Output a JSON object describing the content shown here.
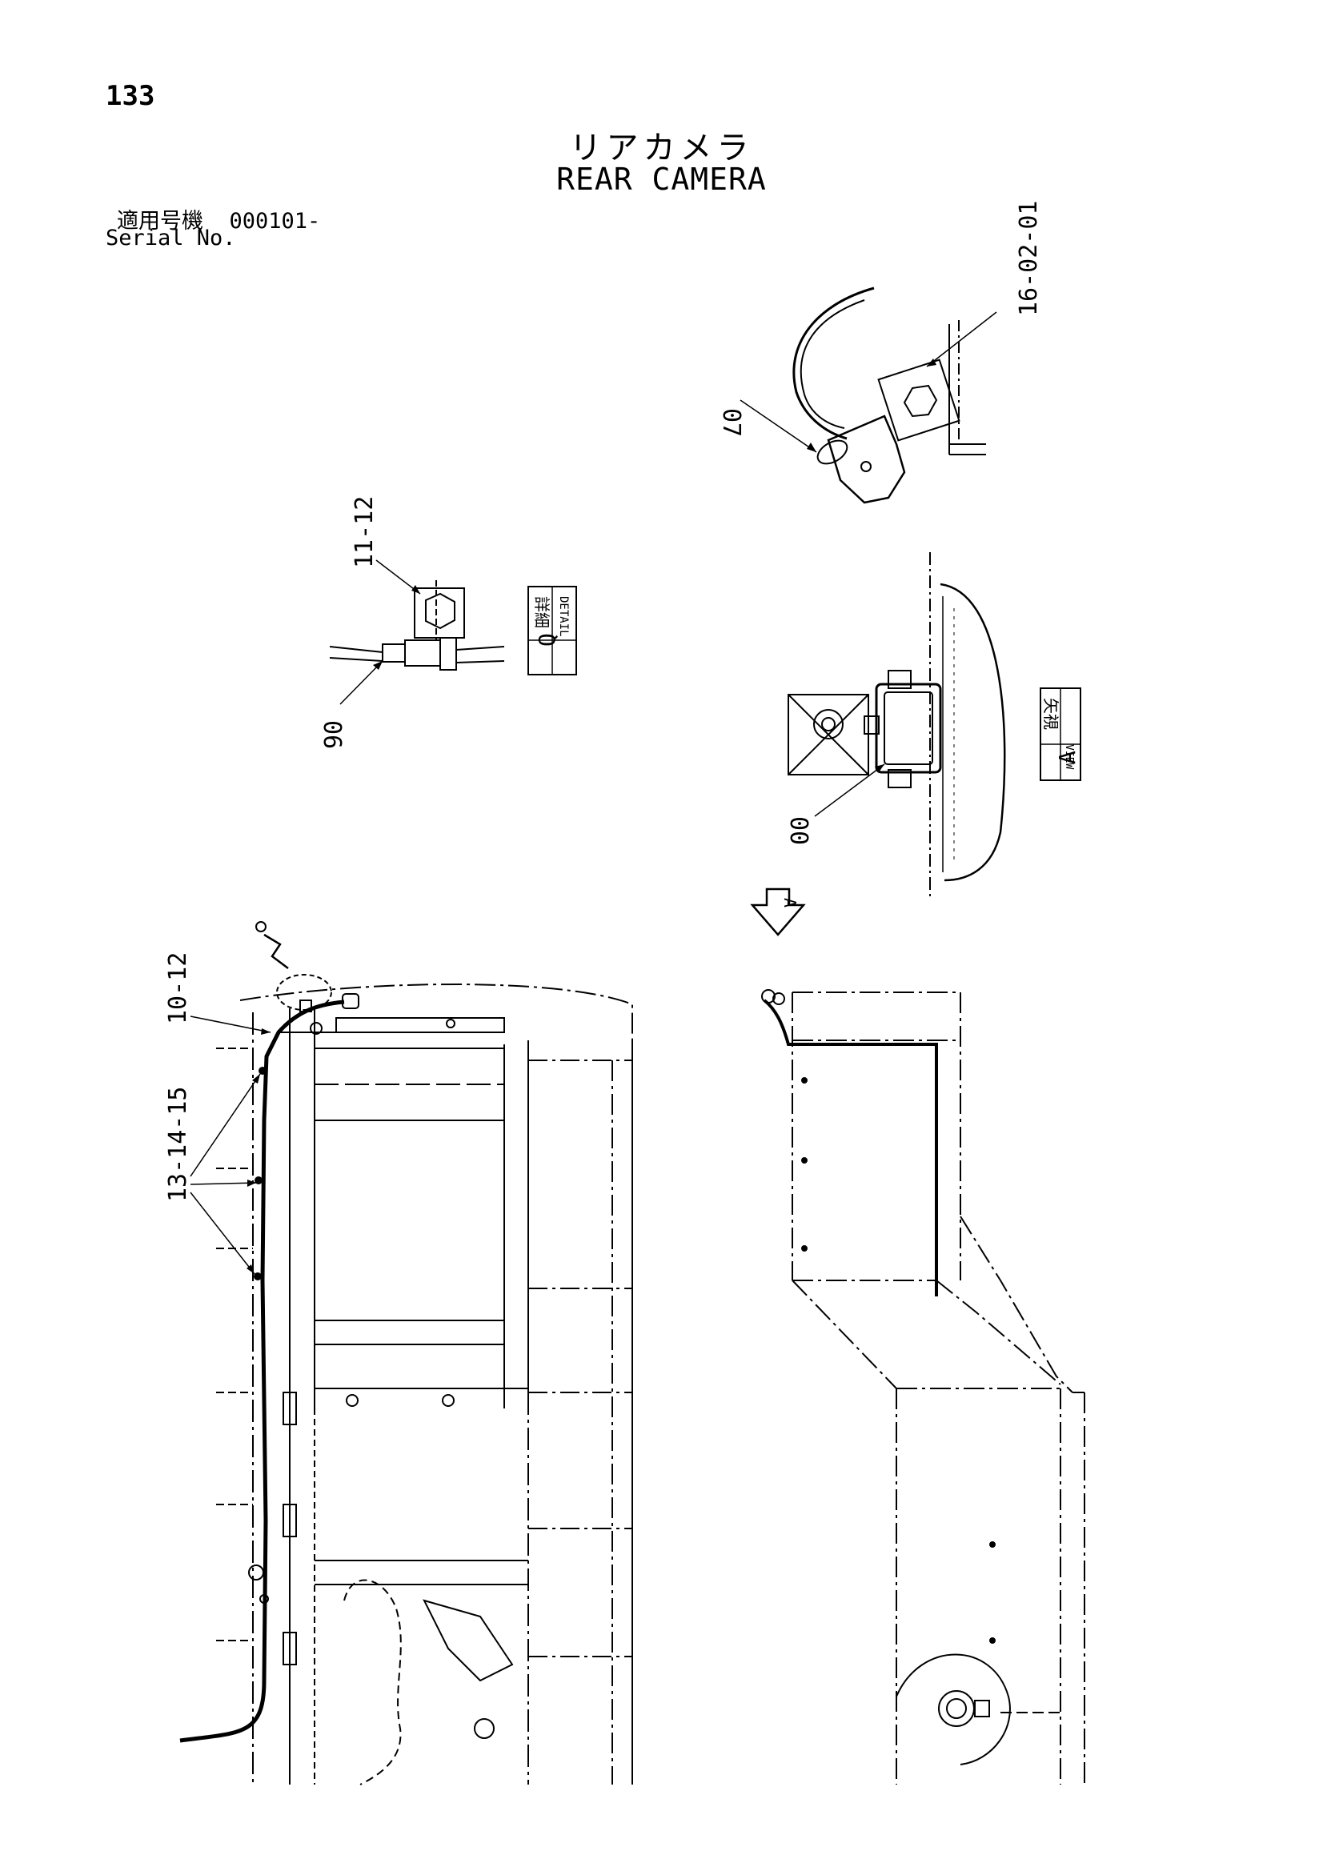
{
  "header": {
    "page_number": "133",
    "title_jp": "リアカメラ",
    "title_en": "REAR CAMERA",
    "serial_label_jp": "適用号機",
    "serial_range": "000101-",
    "serial_label_en": "Serial No."
  },
  "callouts": {
    "c07": "07",
    "c160201": "16-02-01",
    "c1112": "11-12",
    "c06": "06",
    "c00": "00",
    "c1012": "10-12",
    "c131415": "13-14-15"
  },
  "view_tags": {
    "detail_jp": "詳細",
    "detail_en": "DETAIL",
    "detail_letter": "Q",
    "view_jp": "矢視",
    "view_en": "VIEW",
    "view_letter": "A",
    "arrow_letter": "A"
  }
}
